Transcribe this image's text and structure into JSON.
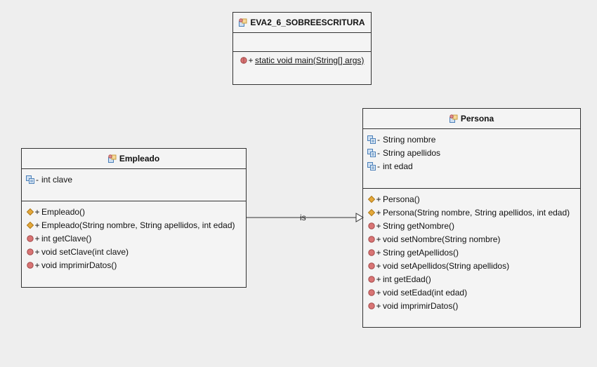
{
  "classes": {
    "main": {
      "name": "EVA2_6_SOBREESCRITURA",
      "attributes": [],
      "methods": [
        {
          "vis": "+",
          "text": "static void main(String[] args)",
          "icon": "static-method-icon",
          "underline": true
        }
      ]
    },
    "persona": {
      "name": "Persona",
      "attributes": [
        {
          "vis": "-",
          "text": "String nombre",
          "icon": "field-icon"
        },
        {
          "vis": "-",
          "text": "String apellidos",
          "icon": "field-icon"
        },
        {
          "vis": "-",
          "text": "int edad",
          "icon": "field-icon"
        }
      ],
      "methods": [
        {
          "vis": "+",
          "text": "Persona()",
          "icon": "constructor-icon"
        },
        {
          "vis": "+",
          "text": "Persona(String nombre, String apellidos, int edad)",
          "icon": "constructor-icon"
        },
        {
          "vis": "+",
          "text": "String getNombre()",
          "icon": "method-icon"
        },
        {
          "vis": "+",
          "text": "void setNombre(String nombre)",
          "icon": "method-icon"
        },
        {
          "vis": "+",
          "text": "String getApellidos()",
          "icon": "method-icon"
        },
        {
          "vis": "+",
          "text": "void setApellidos(String apellidos)",
          "icon": "method-icon"
        },
        {
          "vis": "+",
          "text": "int getEdad()",
          "icon": "method-icon"
        },
        {
          "vis": "+",
          "text": "void setEdad(int edad)",
          "icon": "method-icon"
        },
        {
          "vis": "+",
          "text": "void imprimirDatos()",
          "icon": "method-icon"
        }
      ]
    },
    "empleado": {
      "name": "Empleado",
      "attributes": [
        {
          "vis": "-",
          "text": "int clave",
          "icon": "field-icon"
        }
      ],
      "methods": [
        {
          "vis": "+",
          "text": "Empleado()",
          "icon": "constructor-icon"
        },
        {
          "vis": "+",
          "text": "Empleado(String nombre, String apellidos, int edad)",
          "icon": "constructor-icon"
        },
        {
          "vis": "+",
          "text": "int getClave()",
          "icon": "method-icon"
        },
        {
          "vis": "+",
          "text": "void setClave(int clave)",
          "icon": "method-icon"
        },
        {
          "vis": "+",
          "text": "void imprimirDatos()",
          "icon": "method-icon"
        }
      ]
    }
  },
  "relation": {
    "label": "is",
    "from": "Empleado",
    "to": "Persona",
    "type": "generalization"
  },
  "colors": {
    "background": "#eeeeee",
    "box": "#f4f4f4",
    "border": "#333333",
    "method": "#d87474",
    "constructor": "#e4a83a",
    "field_blue": "#4a7fb8"
  }
}
